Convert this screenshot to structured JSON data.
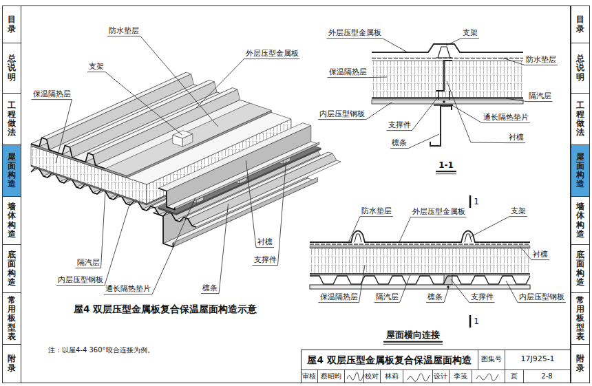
{
  "diagram": {
    "title": "屋4 双层压型金属板复合保温屋面构造",
    "caption": "屋4 双层压型金属板复合保温屋面构造示意",
    "nodes": [
      {
        "text": [
          "目录"
        ]
      },
      {
        "text": [
          "总说明"
        ]
      },
      {
        "text": [
          "工程做法"
        ]
      },
      {
        "text": [
          "屋面构造"
        ]
      },
      {
        "text": [
          "墙体构造"
        ]
      },
      {
        "text": [
          "底面构造"
        ]
      },
      {
        "text": [
          "常用板型表"
        ]
      },
      {
        "text": [
          "附录"
        ]
      },
      {
        "text": [
          "目录"
        ]
      },
      {
        "text": [
          "总说明"
        ]
      },
      {
        "text": [
          "工程做法"
        ]
      },
      {
        "text": [
          "屋面构造"
        ]
      },
      {
        "text": [
          "墙体构造"
        ]
      },
      {
        "text": [
          "底面构造"
        ]
      },
      {
        "text": [
          "常用板型表"
        ]
      },
      {
        "text": [
          "附录"
        ]
      }
    ],
    "labels": [
      "防水垫层",
      "外层压型金属板",
      "支架",
      "保温隔热层",
      "隔汽层",
      "内层压型钢板",
      "通长隔热垫片",
      "檩条",
      "支撑件",
      "衬檩",
      "外层压型金属板",
      "支架",
      "防水垫层",
      "保温隔热层",
      "隔汽层",
      "内层压型钢板",
      "通长隔热垫片",
      "支撑件",
      "衬檩",
      "檩条",
      "1-1",
      "1",
      "防水垫层",
      "外层压型金属板",
      "支架",
      "衬檩",
      "保温隔热层",
      "隔汽层",
      "檩条",
      "支撑件",
      "内层压型钢板",
      "1",
      "屋面横向连接",
      "注：以屋4-4 360°咬合连接为例。",
      "图集号",
      "17J925-1",
      "审核",
      "蔡昭昀",
      "校对",
      "林莉",
      "设计",
      "李笺",
      "页",
      "2-8"
    ]
  }
}
